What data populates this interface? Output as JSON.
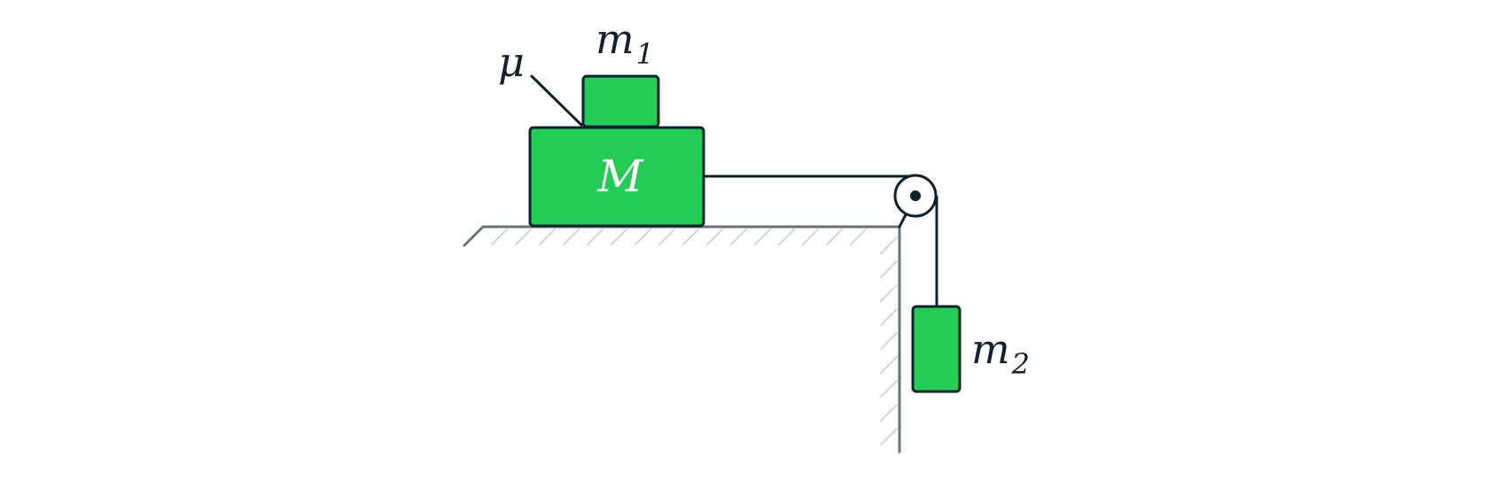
{
  "labels": {
    "mass_top": {
      "symbol": "m",
      "subscript": "1"
    },
    "mass_big": {
      "symbol": "M"
    },
    "mass_hanging": {
      "symbol": "m",
      "subscript": "2"
    },
    "friction": {
      "symbol": "μ"
    }
  },
  "colors": {
    "block_fill": "#22cc55",
    "outline": "#10212e",
    "surface": "#66727c",
    "hatch": "#d3d6d9",
    "label_dark": "#10212e",
    "label_light": "#ffffff"
  }
}
